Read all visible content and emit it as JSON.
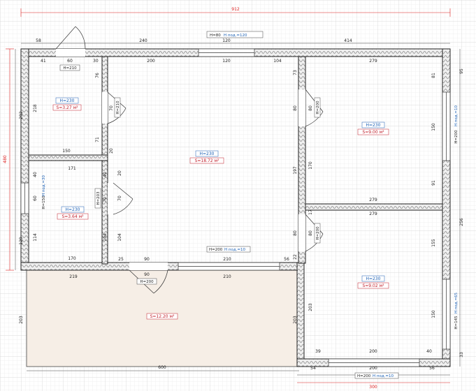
{
  "overall": {
    "top_width": "912",
    "left_height": "480",
    "bottom_width": "600",
    "bottom_right_width": "300"
  },
  "top_dims": [
    "58",
    "240",
    "120",
    "414"
  ],
  "top_window_note": {
    "h": "H=80",
    "sill": "H под.=120"
  },
  "room1": {
    "h": "H=230",
    "s": "S=3.27 м²",
    "door_note": "H=210",
    "door_w": "60",
    "seg_l": "41",
    "seg_r": "30",
    "width": "150",
    "height": "218",
    "right_a": "76",
    "right_b": "70",
    "right_c": "71",
    "right_d": "20",
    "door_side": "H=210",
    "left_total": "292"
  },
  "room2": {
    "h": "H=230",
    "s": "S=18.72 м²",
    "top_a": "200",
    "top_b": "120",
    "top_c": "104",
    "right_a": "73",
    "right_b": "80",
    "right_c": "197",
    "right_d": "80",
    "right_e": "22",
    "left_a": "20",
    "left_b": "70",
    "left_c": "104",
    "bottom_a": "25",
    "bottom_b": "90",
    "bottom_c": "210",
    "bottom_d": "56",
    "door_note": "H=200",
    "door_w": "90",
    "win_note": {
      "h": "H=200",
      "sill": "H под.=10"
    }
  },
  "room3": {
    "h": "H=230",
    "s": "S=3.64 м²",
    "width_top": "171",
    "width_bot": "170",
    "left_a": "40",
    "left_b": "60",
    "left_c": "114",
    "left_total": "129",
    "right_a": "40",
    "right_b": "70",
    "right_c": "104",
    "door_note": "H=203",
    "win_note": {
      "h": "H=150",
      "sill": "H под.=30"
    }
  },
  "room4": {
    "h": "H=230",
    "s": "S=9.00 м²",
    "width_top": "279",
    "width_bot": "279",
    "left_a": "80",
    "left_b": "170",
    "right_a": "81",
    "right_b": "150",
    "right_c": "91",
    "door_note": "H=200",
    "win_note": {
      "h": "H=200",
      "sill": "H под.=10"
    },
    "right_total": "95"
  },
  "room5": {
    "h": "H=230",
    "s": "S=9.02 м²",
    "width_top": "279",
    "left_a": "17",
    "left_b": "80",
    "left_c": "203",
    "right_a": "155",
    "right_b": "150",
    "right_c": "33",
    "bottom_a": "39",
    "bottom_b": "200",
    "bottom_c": "40",
    "door_note": "H=200",
    "right_total": "256",
    "win_note": {
      "h": "H=145",
      "sill": "H под.=65"
    }
  },
  "terrace": {
    "s": "S=12.20 м²",
    "width": "219",
    "width_b": "210",
    "height_l": "203",
    "height_r": "203",
    "door_w": "90",
    "door_h": "H=200"
  },
  "bottom": {
    "seg_a": "54",
    "seg_b": "200",
    "seg_c": "56",
    "note_h": "H=200",
    "note_sill": "H под.=10"
  }
}
